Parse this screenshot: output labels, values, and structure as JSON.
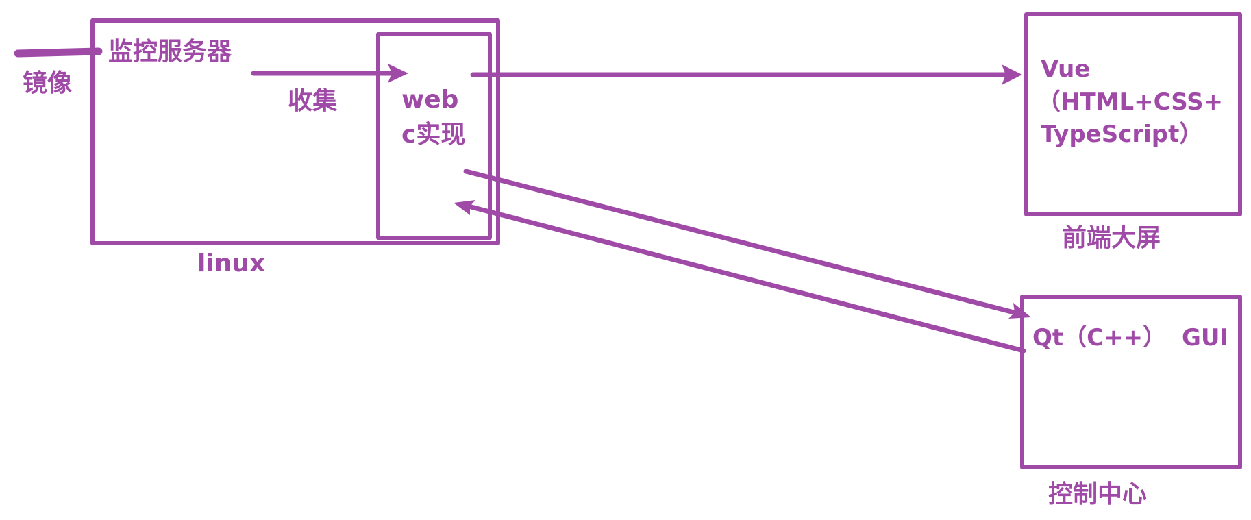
{
  "colors": {
    "stroke": "#a04aa8",
    "text": "#a04aa8",
    "background": "#ffffff"
  },
  "labels": {
    "mirror": "镜像",
    "monitor_server": "监控服务器",
    "collect": "收集",
    "web": "web",
    "c_impl": "c实现",
    "linux": "linux",
    "vue": "Vue",
    "html_css": "（HTML+CSS+",
    "typescript": "TypeScript）",
    "frontend_screen": "前端大屏",
    "qt_cpp": "Qt（C++）",
    "gui": "GUI",
    "control_center": "控制中心"
  }
}
